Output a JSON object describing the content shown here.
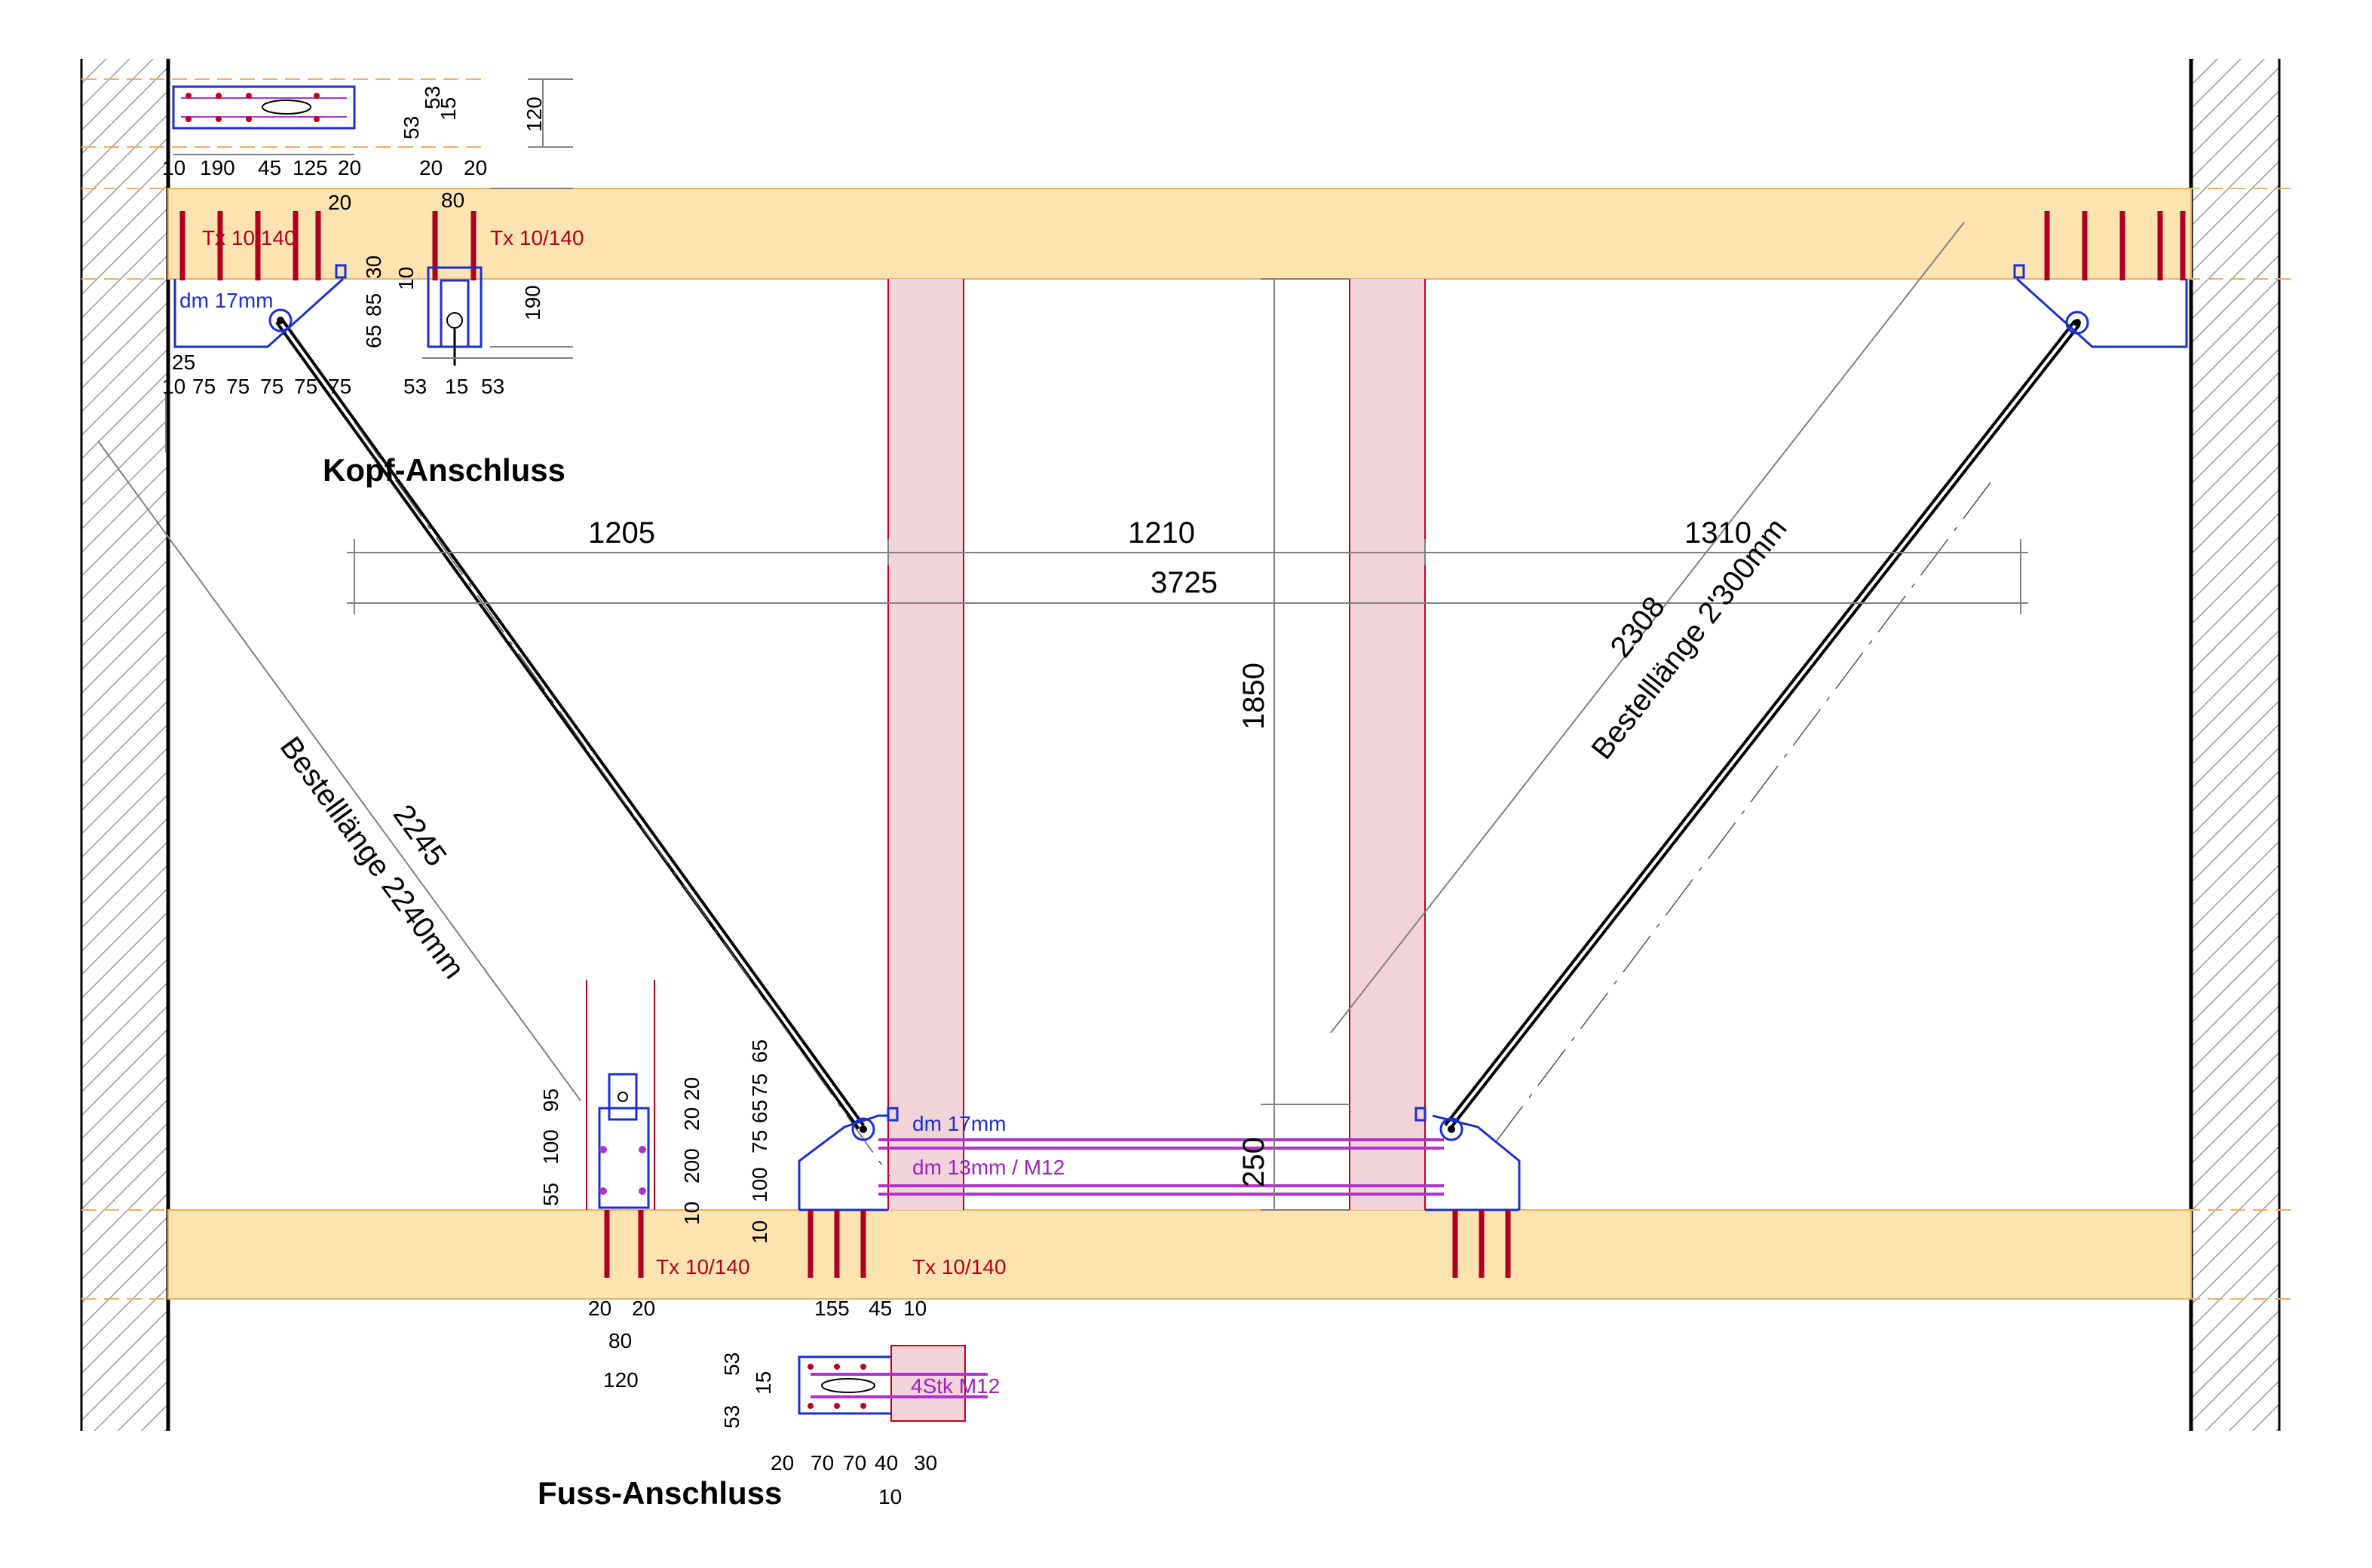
{
  "labels": {
    "kopf_title": "Kopf-Anschluss",
    "fuss_title": "Fuss-Anschluss",
    "screw_note": "Tx 10/140",
    "dm17": "dm 17mm",
    "dm13": "dm 13mm / M12",
    "bolts": "4Stk M12",
    "order_left": "Bestelllänge 2240mm",
    "order_right": "Bestelllänge 2'300mm"
  },
  "dimensions": {
    "span_1": "1205",
    "span_2": "1210",
    "span_3": "1310",
    "span_total": "3725",
    "height": "1850",
    "base": "250",
    "rod_left": "2245",
    "rod_right": "2308",
    "kopf_plan_top": [
      "10",
      "190",
      "45",
      "125",
      "20"
    ],
    "kopf_plan_side": [
      "53",
      "53",
      "15",
      "120"
    ],
    "kopf_elev_bottom": [
      "10",
      "75",
      "75",
      "75",
      "75",
      "75"
    ],
    "kopf_elev_side": [
      "10",
      "30",
      "85",
      "65",
      "25"
    ],
    "kopf_sec": [
      "20",
      "20",
      "80",
      "20",
      "190",
      "53",
      "15",
      "53"
    ],
    "fuss_sec_left": [
      "55",
      "100",
      "95",
      "20",
      "20",
      "200",
      "10"
    ],
    "fuss_sec_bottom": [
      "20",
      "20",
      "80",
      "120"
    ],
    "fuss_elev_side": [
      "65",
      "75",
      "100",
      "10",
      "75",
      "65"
    ],
    "fuss_elev_bottom": [
      "155",
      "45",
      "10"
    ],
    "fuss_plan_side": [
      "53",
      "15",
      "53"
    ],
    "fuss_plan_bottom": [
      "20",
      "70",
      "70",
      "40",
      "30",
      "10"
    ]
  },
  "colors": {
    "timber": "#fde3b0",
    "column": "#f2d3d8",
    "steel": "#1a2fd0",
    "screw": "#b00020",
    "bolt": "#b030d0",
    "wall_hatch": "#9a9a9a"
  }
}
